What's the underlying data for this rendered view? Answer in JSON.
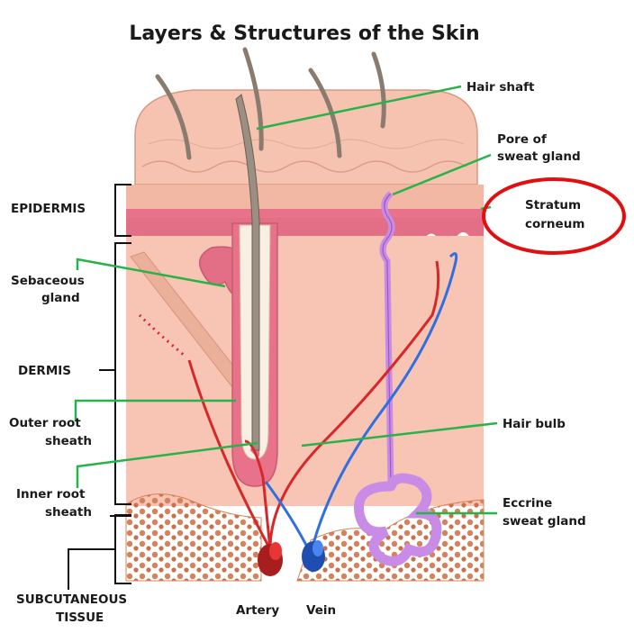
{
  "title": "Layers & Structures of the Skin",
  "labels": {
    "hair_shaft": "Hair shaft",
    "pore_line1": "Pore of",
    "pore_line2": "sweat gland",
    "stratum_line1": "Stratum",
    "stratum_line2": "corneum",
    "epidermis": "EPIDERMIS",
    "sebaceous_line1": "Sebaceous",
    "sebaceous_line2": "gland",
    "dermis": "DERMIS",
    "outer_root_line1": "Outer root",
    "outer_root_line2": "sheath",
    "hair_bulb": "Hair bulb",
    "inner_root_line1": "Inner root",
    "inner_root_line2": "sheath",
    "eccrine_line1": "Eccrine",
    "eccrine_line2": "sweat gland",
    "subcutaneous_line1": "SUBCUTANEOUS",
    "subcutaneous_line2": "TISSUE",
    "artery": "Artery",
    "vein": "Vein"
  },
  "colors": {
    "skin_surface": "#f6c3b0",
    "epidermis_band": "#e8728a",
    "dermis": "#f8c4b4",
    "subcutaneous_fat": "#e59a6b",
    "gland": "#c98ce6",
    "artery": "#d62828",
    "vein": "#2f6fe0",
    "leader_line": "#27b34a",
    "highlight_circle": "#e01010"
  }
}
